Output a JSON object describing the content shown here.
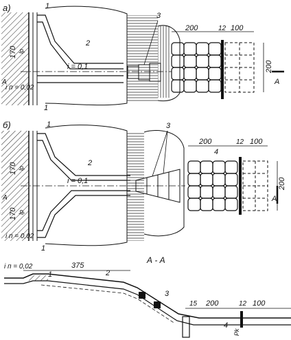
{
  "labels": {
    "fig_a": "а)",
    "fig_b": "б)",
    "section": "А - А",
    "A": "А"
  },
  "callouts": {
    "c1": "1",
    "c2": "2",
    "c3": "3",
    "c4": "4"
  },
  "dimensions": {
    "d170": "170",
    "lp": "lp",
    "d200": "200",
    "d12": "12",
    "d100": "100",
    "d375": "375",
    "d15": "15",
    "Pk": "Pk"
  },
  "slopes": {
    "i_main": "i = 0,1",
    "i_n": "i п = 0,02"
  }
}
